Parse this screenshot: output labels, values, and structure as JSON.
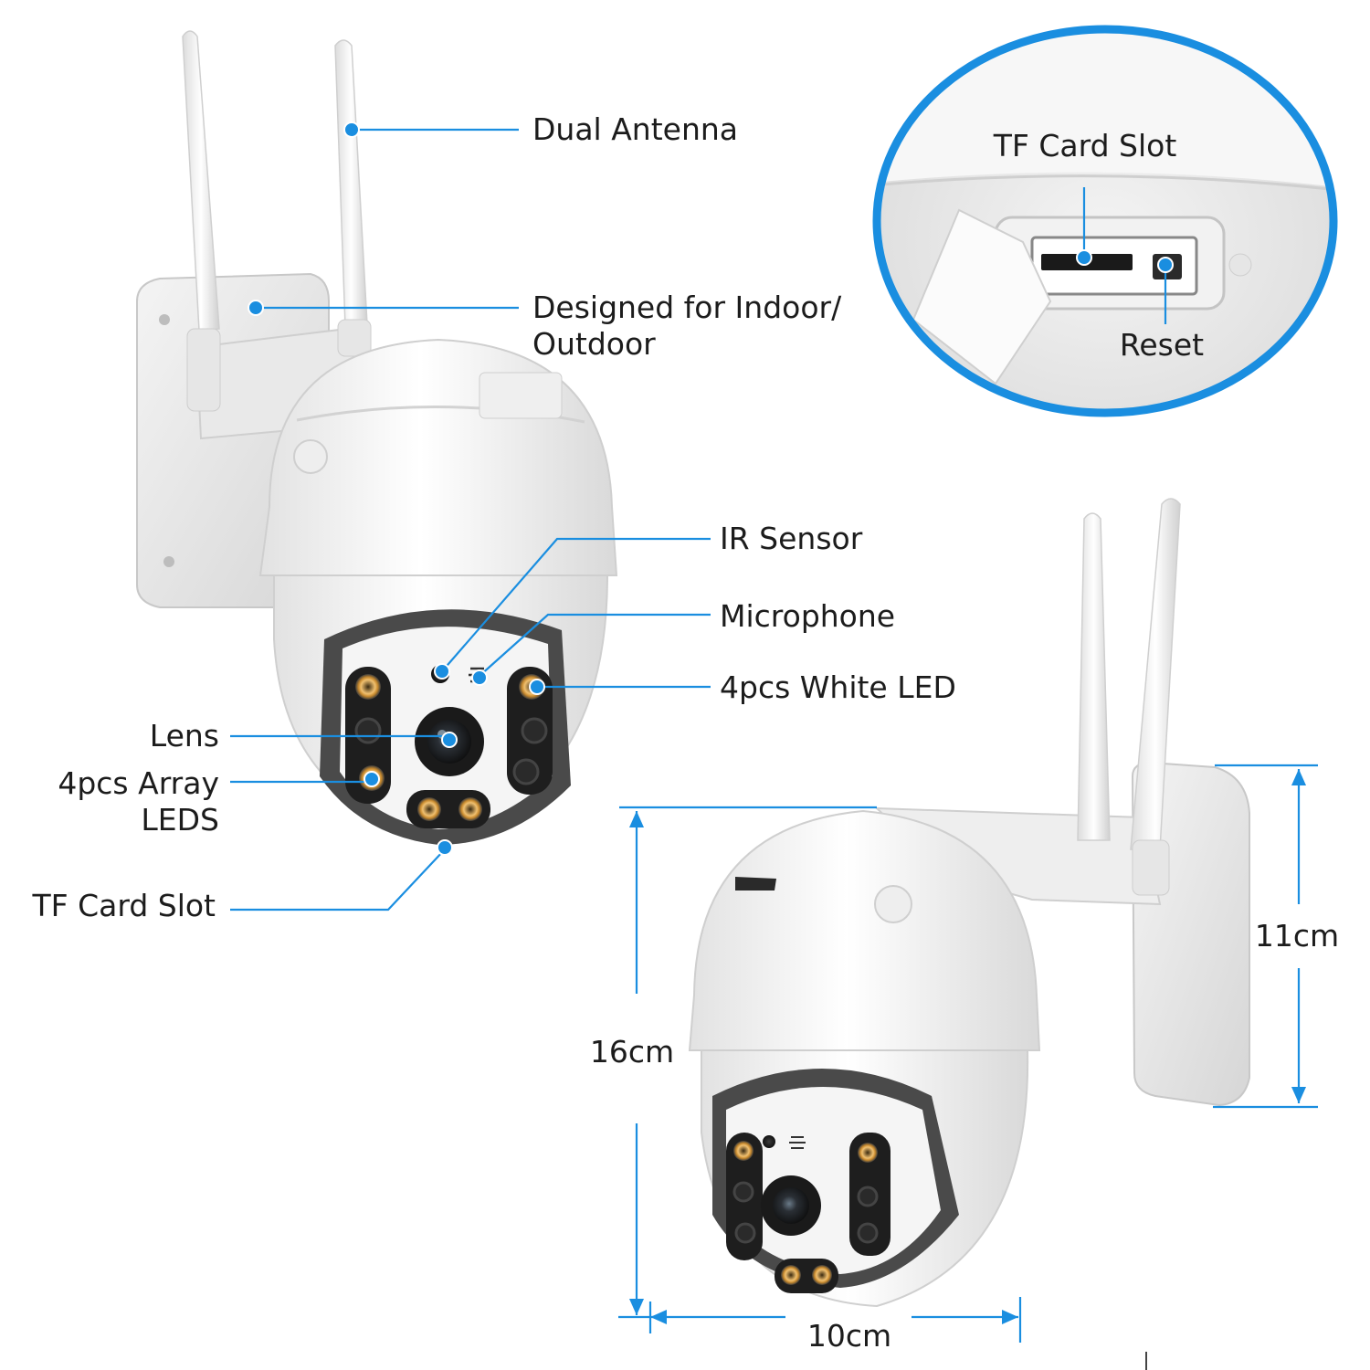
{
  "labels": {
    "dual_antenna": "Dual Antenna",
    "indoor_outdoor_line1": "Designed for Indoor/",
    "indoor_outdoor_line2": "Outdoor",
    "ir_sensor": "IR Sensor",
    "microphone": "Microphone",
    "white_led": "4pcs White LED",
    "lens": "Lens",
    "array_leds_line1": "4pcs Array",
    "array_leds_line2": "LEDS",
    "tf_card_slot_bottom": "TF Card Slot",
    "tf_card_slot_inset": "TF Card Slot",
    "reset": "Reset"
  },
  "dimensions": {
    "height_total": "16cm",
    "height_mount": "11cm",
    "width": "10cm"
  },
  "colors": {
    "accent": "#1a8ee0",
    "body": "#f3f3f3",
    "led_amber": "#d9a24a",
    "dark_panel": "#1e1e1e"
  }
}
